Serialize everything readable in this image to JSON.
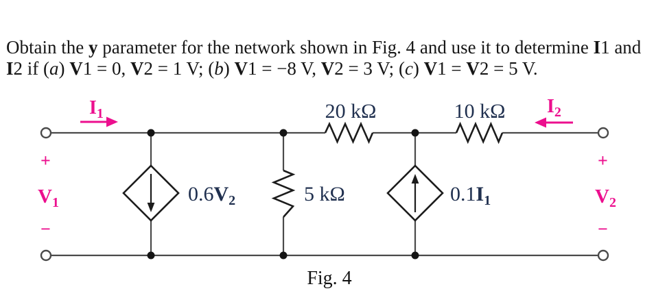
{
  "problem": {
    "line1": [
      {
        "t": "Obtain the ",
        "s": "n"
      },
      {
        "t": "y",
        "s": "b"
      },
      {
        "t": " parameter for the network shown in Fig. 4 and use it to determine ",
        "s": "n"
      },
      {
        "t": "I",
        "s": "b"
      },
      {
        "t": "1 and",
        "s": "n"
      }
    ],
    "line2": [
      {
        "t": "I",
        "s": "b"
      },
      {
        "t": "2 if (",
        "s": "n"
      },
      {
        "t": "a",
        "s": "i"
      },
      {
        "t": ") ",
        "s": "n"
      },
      {
        "t": "V",
        "s": "b"
      },
      {
        "t": "1 = 0, ",
        "s": "n"
      },
      {
        "t": "V",
        "s": "b"
      },
      {
        "t": "2 = 1 V; (",
        "s": "n"
      },
      {
        "t": "b",
        "s": "i"
      },
      {
        "t": ") ",
        "s": "n"
      },
      {
        "t": "V",
        "s": "b"
      },
      {
        "t": "1 = −8 V, ",
        "s": "n"
      },
      {
        "t": "V",
        "s": "b"
      },
      {
        "t": "2 = 3 V; (",
        "s": "n"
      },
      {
        "t": "c",
        "s": "i"
      },
      {
        "t": ") ",
        "s": "n"
      },
      {
        "t": "V",
        "s": "b"
      },
      {
        "t": "1 = ",
        "s": "n"
      },
      {
        "t": "V",
        "s": "b"
      },
      {
        "t": "2 = 5 V.",
        "s": "n"
      }
    ]
  },
  "circuit": {
    "port1": {
      "current": {
        "main": "I",
        "sub": "1"
      },
      "plus": "+",
      "voltage": {
        "main": "V",
        "sub": "1"
      },
      "minus": "−"
    },
    "port2": {
      "current": {
        "main": "I",
        "sub": "2"
      },
      "plus": "+",
      "voltage": {
        "main": "V",
        "sub": "2"
      },
      "minus": "−"
    },
    "resistors": {
      "top_left": "20 kΩ",
      "top_right": "10 kΩ",
      "shunt": "5 kΩ"
    },
    "sources": {
      "vccs_left": {
        "pre": "0.6",
        "main": "V",
        "sub": "2"
      },
      "cccs_right": {
        "pre": "0.1",
        "main": "I",
        "sub": "1"
      }
    },
    "caption": "Fig. 4",
    "colors": {
      "accent": "#ec0f8e",
      "label": "#20304f",
      "wire": "#4a4a4a",
      "component": "#1c1c1c"
    }
  }
}
